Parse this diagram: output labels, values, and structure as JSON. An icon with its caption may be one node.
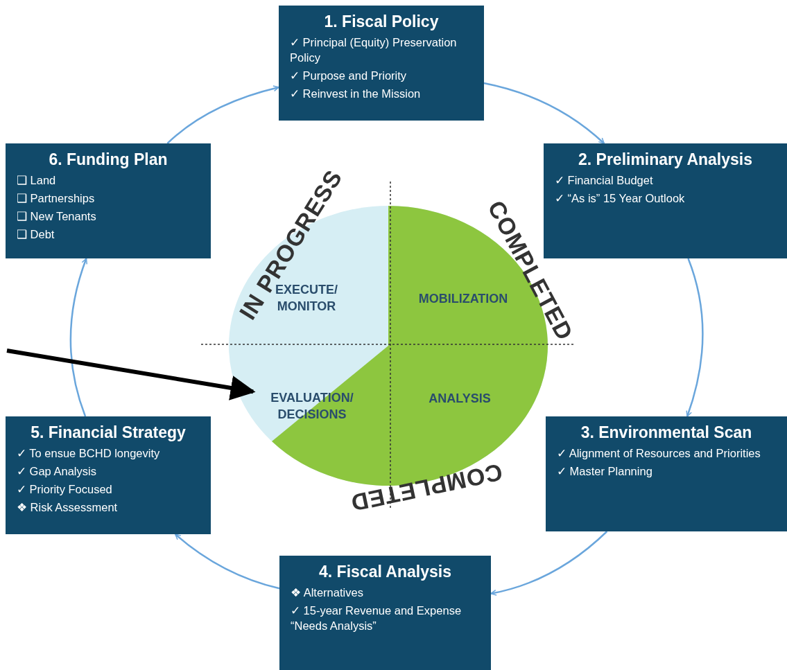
{
  "diagram": {
    "nodes": [
      {
        "text": [
          "1. Fiscal Policy",
          "✓ Principal (Equity) Preservation Policy",
          "✓ Purpose and Priority",
          "✓ Reinvest in the Mission"
        ]
      },
      {
        "text": [
          "2. Preliminary Analysis",
          "✓ Financial Budget",
          "✓ “As is” 15 Year Outlook"
        ]
      },
      {
        "text": [
          "3. Environmental Scan",
          "✓ Alignment of Resources and Priorities",
          "✓ Master Planning"
        ]
      },
      {
        "text": [
          "4. Fiscal Analysis",
          "❖ Alternatives",
          "✓ 15-year Revenue and Expense “Needs Analysis”"
        ]
      },
      {
        "text": [
          "5. Financial Strategy",
          "✓ To ensue BCHD longevity",
          "✓ Gap Analysis",
          "✓ Priority Focused",
          "❖ Risk Assessment"
        ]
      },
      {
        "text": [
          "6. Funding Plan",
          "❑ Land",
          "❑ Partnerships",
          "❑ New Tenants",
          "❑ Debt"
        ]
      },
      {
        "text": [
          "EXECUTE/ MONITOR"
        ]
      },
      {
        "text": [
          "MOBILIZATION"
        ]
      },
      {
        "text": [
          "EVALUATION/ DECISIONS"
        ]
      },
      {
        "text": [
          "ANALYSIS"
        ]
      }
    ],
    "edges": [
      {
        "from": 5,
        "to": 0,
        "arrow": "to"
      },
      {
        "from": 0,
        "to": 1,
        "arrow": "to"
      },
      {
        "from": 1,
        "to": 2,
        "arrow": "to"
      },
      {
        "from": 2,
        "to": 3,
        "arrow": "to"
      },
      {
        "from": 3,
        "to": 4,
        "arrow": "to"
      },
      {
        "from": 4,
        "to": 5,
        "arrow": "to"
      },
      {
        "from": null,
        "to": 8,
        "arrow": "to",
        "style": "thick",
        "color": "#000000"
      }
    ],
    "labels": [
      "IN PROGRESS",
      "COMPLETED",
      "COMPLETED"
    ]
  }
}
